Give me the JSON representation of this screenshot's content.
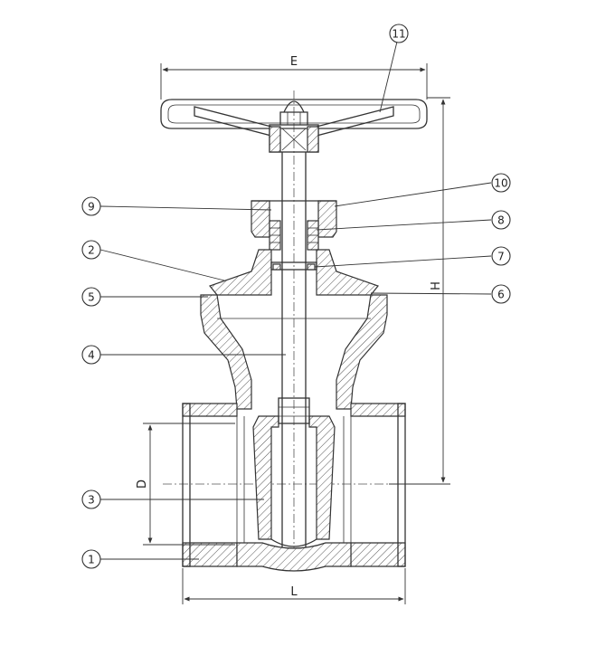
{
  "dimensions": {
    "E": "E",
    "H": "H",
    "D": "D",
    "L": "L"
  },
  "callouts": [
    "1",
    "2",
    "3",
    "4",
    "5",
    "6",
    "7",
    "8",
    "9",
    "10",
    "11"
  ]
}
